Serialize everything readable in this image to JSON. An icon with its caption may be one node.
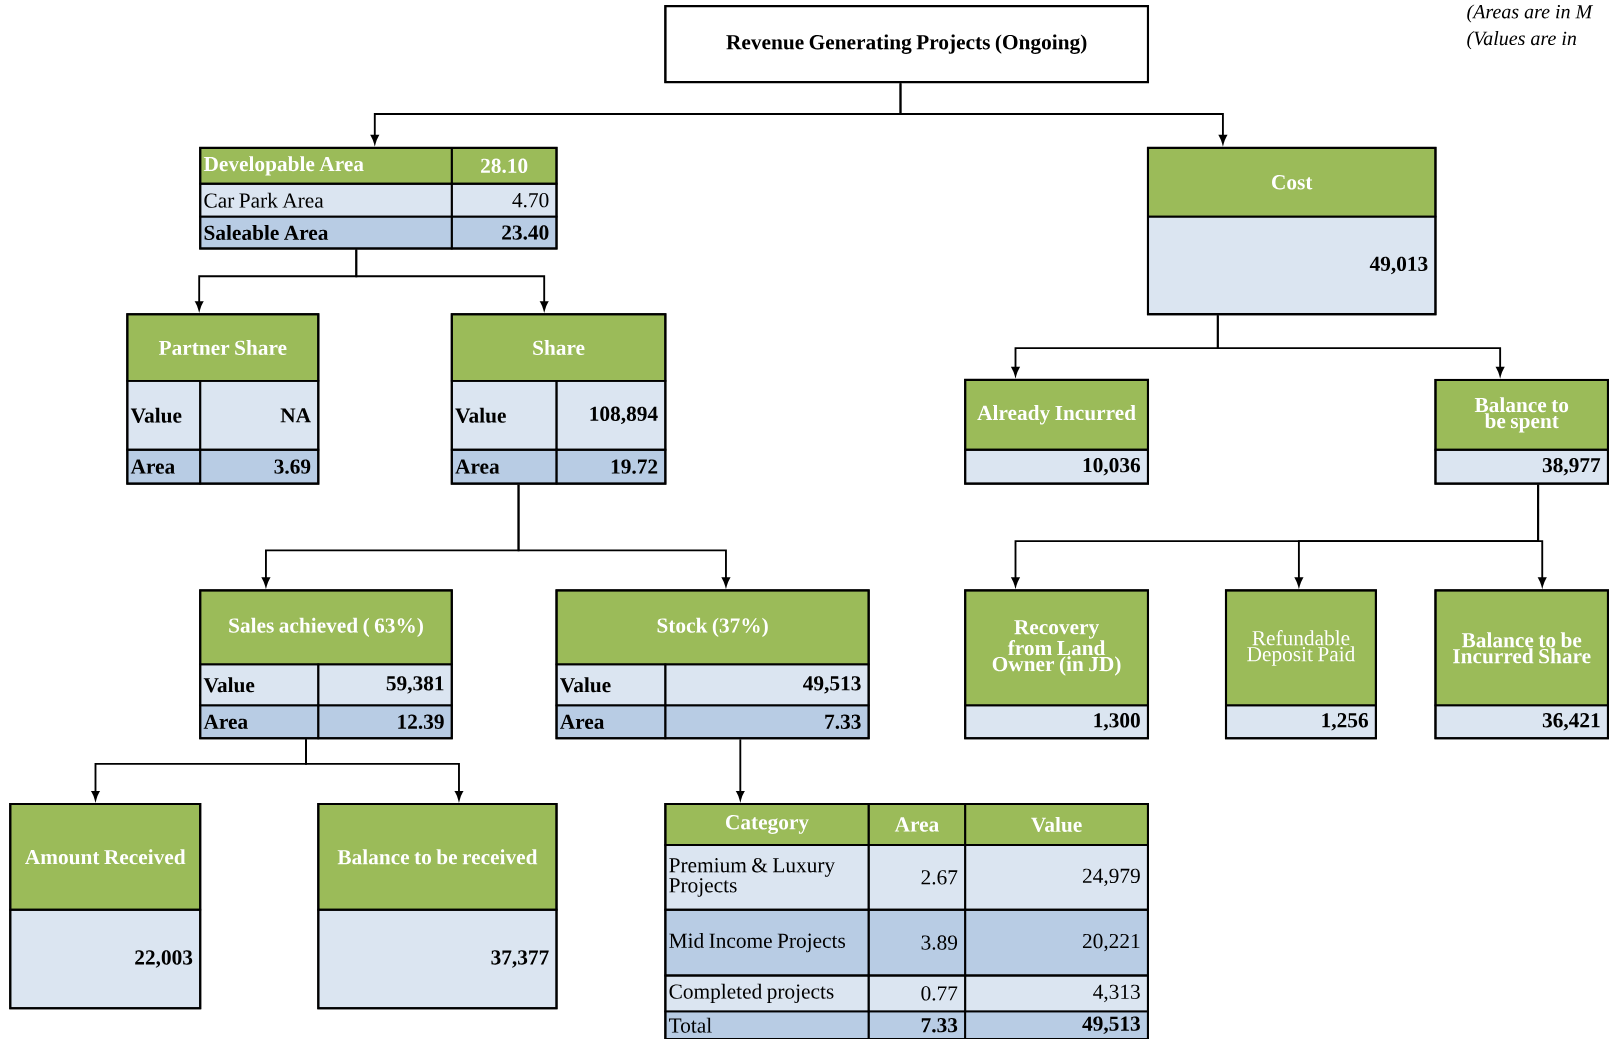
{
  "diagram": {
    "nodes": [
      {
        "text": [
          "Revenue Generating Projects (Ongoing)"
        ]
      },
      {
        "text": [
          "Developable Area",
          "28.10",
          "Car Park Area",
          "4.70",
          "Saleable Area",
          "23.40"
        ]
      },
      {
        "text": [
          "Cost",
          "49,013"
        ]
      },
      {
        "text": [
          "Partner Share",
          "Value",
          "NA",
          "Area",
          "3.69"
        ]
      },
      {
        "text": [
          "Share",
          "Value",
          "108,894",
          "Area",
          "19.72"
        ]
      },
      {
        "text": [
          "Already Incurred",
          "10,036"
        ]
      },
      {
        "text": [
          "Balance to be spent",
          "38,977"
        ]
      },
      {
        "text": [
          "Sales achieved ( 63%)",
          "Value",
          "59,381",
          "Area",
          "12.39"
        ]
      },
      {
        "text": [
          "Stock (37%)",
          "Value",
          "49,513",
          "Area",
          "7.33"
        ]
      },
      {
        "text": [
          "Recovery from Land Owner (in JD)",
          "1,300"
        ]
      },
      {
        "text": [
          "Refundable Deposit Paid",
          "1,256"
        ]
      },
      {
        "text": [
          "Balance to be Incurred Share",
          "36,421"
        ]
      },
      {
        "text": [
          "Amount Received",
          "22,003"
        ]
      },
      {
        "text": [
          "Balance to be received",
          "37,377"
        ]
      },
      {
        "text": [
          "Category",
          "Area",
          "Value",
          "Premium & Luxury Projects",
          "2.67",
          "24,979",
          "Mid Income Projects",
          "3.89",
          "20,221",
          "Completed projects",
          "0.77",
          "4,313",
          "Total",
          "7.33",
          "49,513"
        ]
      }
    ],
    "edges": [
      {
        "from": 0,
        "to": 1,
        "arrow": "to"
      },
      {
        "from": 0,
        "to": 2,
        "arrow": "to"
      },
      {
        "from": 1,
        "to": 3,
        "arrow": "to"
      },
      {
        "from": 1,
        "to": 4,
        "arrow": "to"
      },
      {
        "from": 2,
        "to": 5,
        "arrow": "to"
      },
      {
        "from": 2,
        "to": 6,
        "arrow": "to"
      },
      {
        "from": 4,
        "to": 7,
        "arrow": "to"
      },
      {
        "from": 4,
        "to": 8,
        "arrow": "to"
      },
      {
        "from": 6,
        "to": 9,
        "arrow": "to"
      },
      {
        "from": 6,
        "to": 10,
        "arrow": "to"
      },
      {
        "from": 6,
        "to": 11,
        "arrow": "to"
      },
      {
        "from": 7,
        "to": 12,
        "arrow": "to"
      },
      {
        "from": 7,
        "to": 13,
        "arrow": "to"
      },
      {
        "from": 8,
        "to": 14,
        "arrow": "to"
      }
    ],
    "labels": [
      "(Areas are in M",
      "(Values are in"
    ]
  }
}
